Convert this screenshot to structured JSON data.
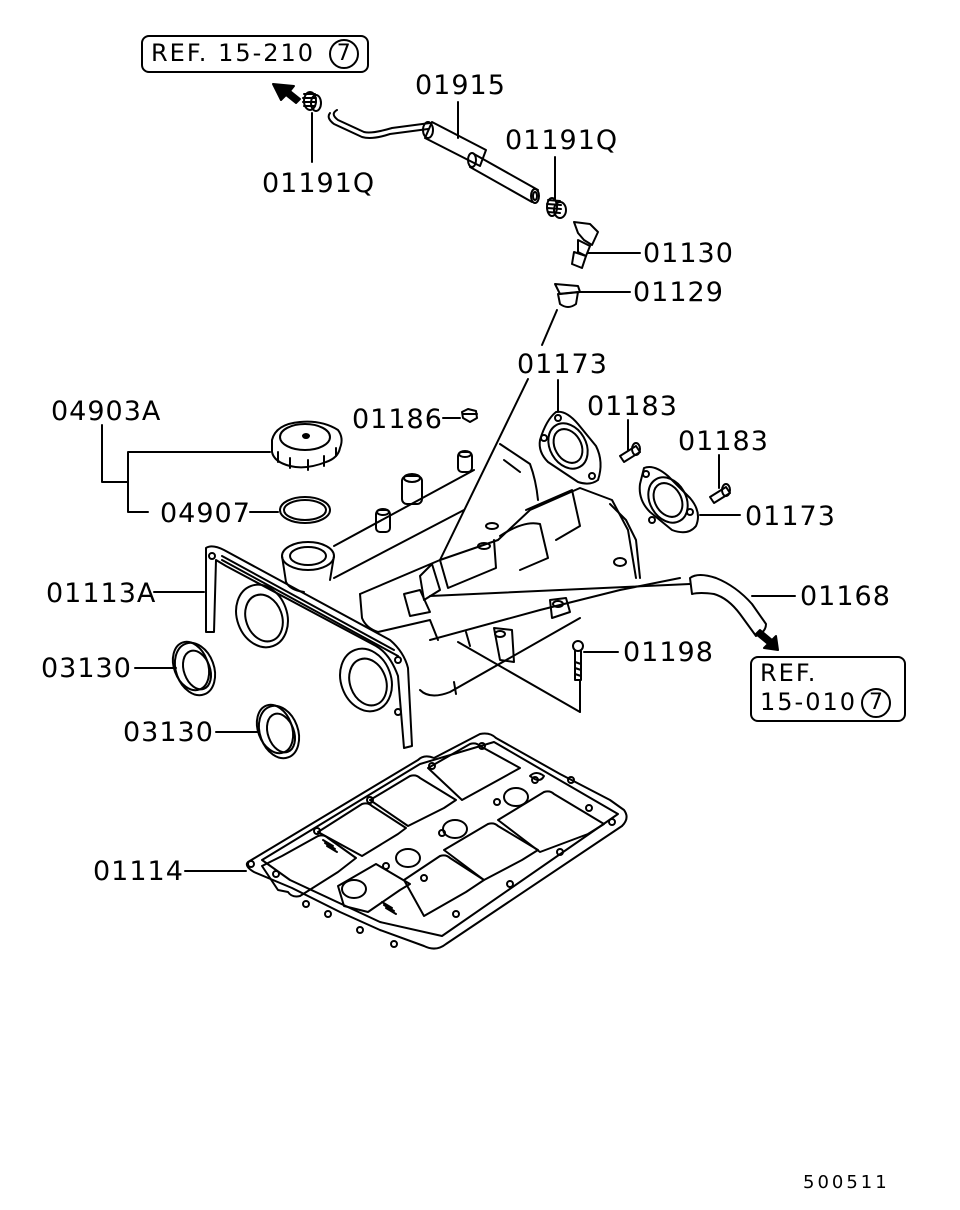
{
  "diagram": {
    "type": "exploded parts diagram",
    "subject": "rocker/valve cover assembly",
    "figure_code": "500511"
  },
  "references": [
    {
      "id": "ref-top",
      "prefix": "REF.",
      "code": "15-210",
      "circle": "7"
    },
    {
      "id": "ref-right",
      "prefix": "REF.",
      "code": "15-010",
      "circle": "7"
    }
  ],
  "part_labels": {
    "clamp_left": "01191Q",
    "hose_upper": "01915",
    "clamp_right": "01191Q",
    "pcv_valve": "01130",
    "grommet": "01129",
    "plate_left": "01173",
    "bolt_a": "01183",
    "bolt_b": "01183",
    "plate_right": "01173",
    "nut": "01186",
    "cap_assy": "04903A",
    "cap_gasket": "04907",
    "cover": "01113A",
    "hose_lower": "01168",
    "bolt_cover": "01198",
    "seal_a": "03130",
    "seal_b": "03130",
    "cover_gasket": "01114"
  }
}
